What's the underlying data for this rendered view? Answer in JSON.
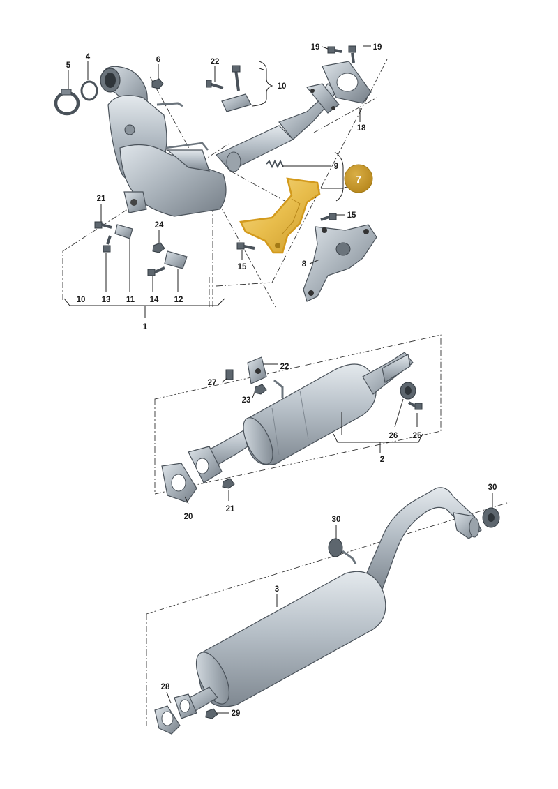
{
  "labels": {
    "n1": "1",
    "n2": "2",
    "n3": "3",
    "n4": "4",
    "n5": "5",
    "n6": "6",
    "n7": "7",
    "n8": "8",
    "n9": "9",
    "n10a": "10",
    "n10b": "10",
    "n11": "11",
    "n12": "12",
    "n13": "13",
    "n14": "14",
    "n15a": "15",
    "n15b": "15",
    "n18": "18",
    "n19a": "19",
    "n19b": "19",
    "n20": "20",
    "n21a": "21",
    "n21b": "21",
    "n22a": "22",
    "n22b": "22",
    "n23": "23",
    "n24": "24",
    "n25": "25",
    "n26": "26",
    "n27": "27",
    "n28": "28",
    "n29": "29",
    "n30a": "30",
    "n30b": "30"
  },
  "colors": {
    "highlight": "#e9c04f",
    "callout": "#c79a2a",
    "metal": "#aab3bb"
  }
}
